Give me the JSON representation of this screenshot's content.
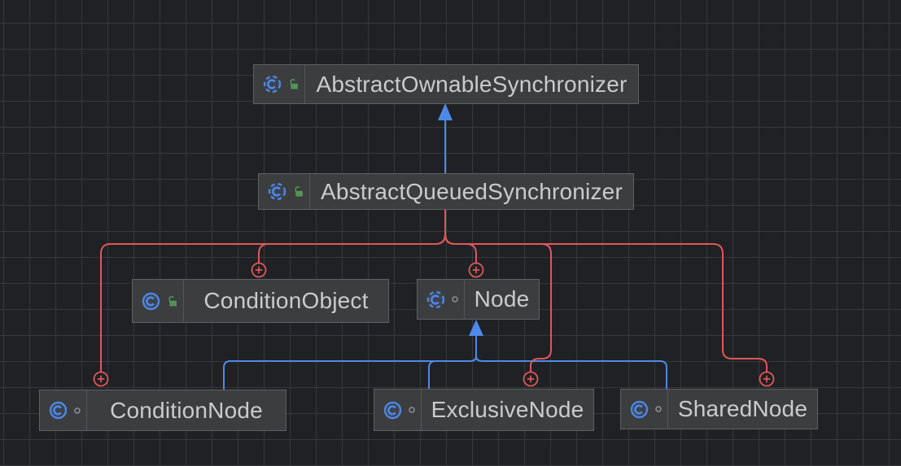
{
  "theme": {
    "bg": "#1f2124",
    "grid": "#36383b",
    "node-bg": "#3b3d3f",
    "node-border": "#5e6163",
    "node-divider": "#54575a",
    "text": "#c9cbcd",
    "edge-blue": "#4f89e8",
    "edge-red": "#e05759",
    "icon-blue": "#4f86e0",
    "icon-green": "#549355",
    "icon-gray": "#8b8d90"
  },
  "diagram": {
    "type": "uml-class-diagram",
    "classes": [
      {
        "name": "AbstractOwnableSynchronizer",
        "kind": "abstract-class",
        "visibility": "public"
      },
      {
        "name": "AbstractQueuedSynchronizer",
        "kind": "abstract-class",
        "visibility": "public"
      },
      {
        "name": "ConditionObject",
        "kind": "class",
        "visibility": "public"
      },
      {
        "name": "Node",
        "kind": "abstract-class",
        "visibility": "package-local"
      },
      {
        "name": "ConditionNode",
        "kind": "class",
        "visibility": "package-local"
      },
      {
        "name": "ExclusiveNode",
        "kind": "class",
        "visibility": "package-local"
      },
      {
        "name": "SharedNode",
        "kind": "class",
        "visibility": "package-local"
      }
    ],
    "edges": [
      {
        "from": "AbstractQueuedSynchronizer",
        "to": "AbstractOwnableSynchronizer",
        "type": "inheritance"
      },
      {
        "from": "ConditionObject",
        "to": "AbstractQueuedSynchronizer",
        "type": "inner-class"
      },
      {
        "from": "Node",
        "to": "AbstractQueuedSynchronizer",
        "type": "inner-class"
      },
      {
        "from": "ConditionNode",
        "to": "AbstractQueuedSynchronizer",
        "type": "inner-class"
      },
      {
        "from": "ExclusiveNode",
        "to": "AbstractQueuedSynchronizer",
        "type": "inner-class"
      },
      {
        "from": "SharedNode",
        "to": "AbstractQueuedSynchronizer",
        "type": "inner-class"
      },
      {
        "from": "ConditionNode",
        "to": "Node",
        "type": "inheritance"
      },
      {
        "from": "ExclusiveNode",
        "to": "Node",
        "type": "inheritance"
      },
      {
        "from": "SharedNode",
        "to": "Node",
        "type": "inheritance"
      }
    ]
  }
}
